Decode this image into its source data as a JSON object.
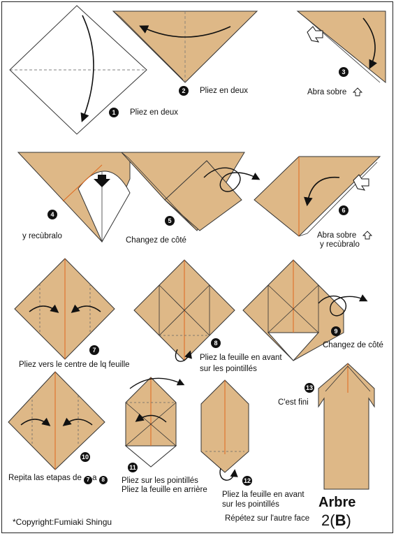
{
  "title": "Arbre",
  "subtitle_number": "2",
  "subtitle_letter": "B",
  "copyright": "*Copyright:Fumiaki Shingu",
  "colors": {
    "paper": "#DEB887",
    "fold_line": "#E0691E",
    "outline": "#333333",
    "ink": "#111111"
  },
  "steps": [
    {
      "number": "1",
      "caption": "Pliez en deux"
    },
    {
      "number": "2",
      "caption": "Pliez en deux"
    },
    {
      "number": "3",
      "caption": "Abra sobre"
    },
    {
      "number": "4",
      "caption": "y recùbralo"
    },
    {
      "number": "5",
      "caption": "Changez de côté"
    },
    {
      "number": "6",
      "caption": "Abra sobre",
      "caption2": "y recùbralo"
    },
    {
      "number": "7",
      "caption": "Pliez vers le centre de lq feuille"
    },
    {
      "number": "8",
      "caption": "Pliez la feuille en avant",
      "caption2": "sur les pointillés"
    },
    {
      "number": "9",
      "caption": "Changez de côté"
    },
    {
      "number": "10",
      "caption": "Repita las etapas de",
      "ref_a": "7",
      "ref_joiner": "a",
      "ref_b": "8"
    },
    {
      "number": "11",
      "caption": "Pliez sur les pointillés",
      "caption2": "Pliez la feuille en arrière"
    },
    {
      "number": "12",
      "caption": "Pliez la feuille en avant",
      "caption2": "sur les pointillés",
      "caption3": "Répétez sur l'autre face"
    },
    {
      "number": "13",
      "caption": "C'est fini"
    }
  ]
}
